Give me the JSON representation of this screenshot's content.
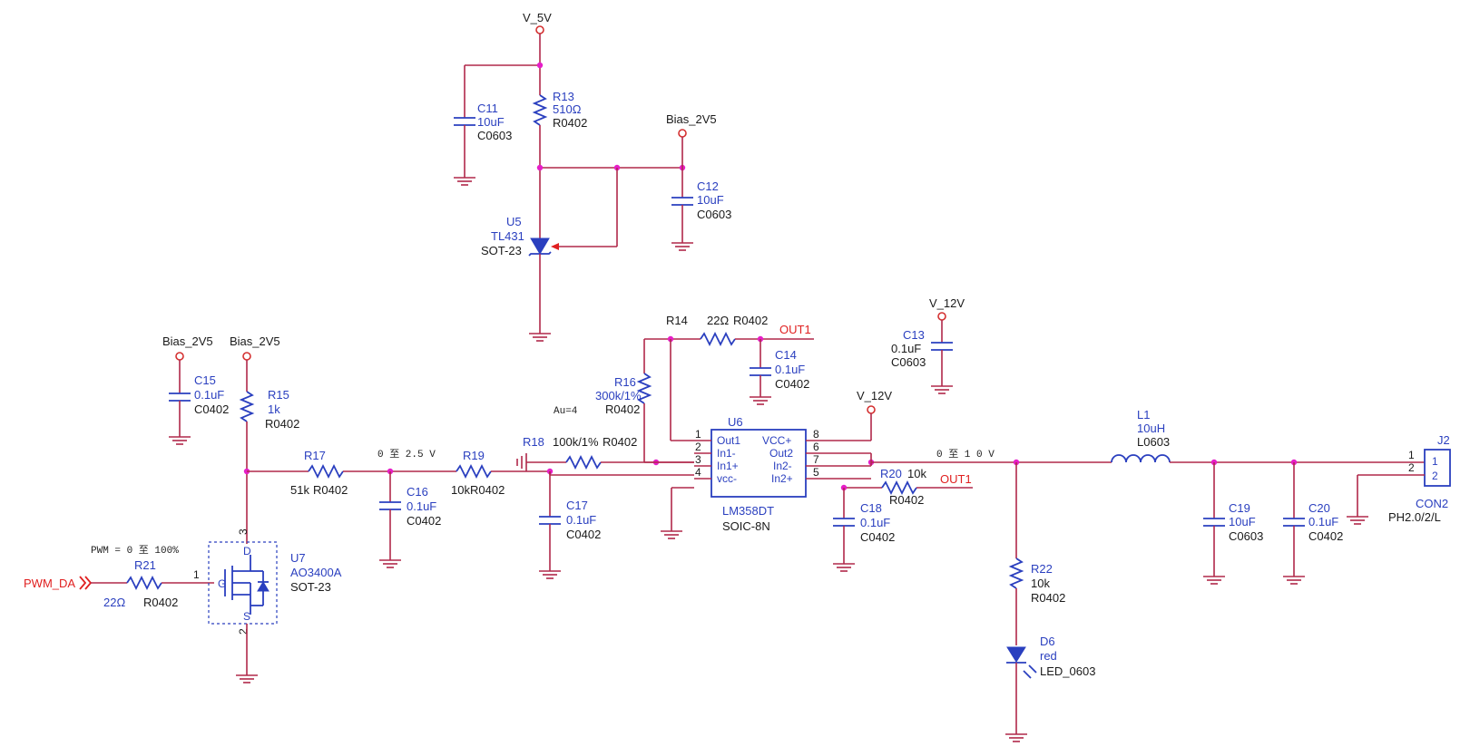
{
  "nets": {
    "v5": "V_5V",
    "bias_c15": "Bias_2V5",
    "bias_r15": "Bias_2V5",
    "bias_top": "Bias_2V5",
    "v12_c13": "V_12V",
    "v12_u6": "V_12V",
    "pwm": "PWM_DA",
    "out1_a": "OUT1",
    "out1_b": "OUT1"
  },
  "notes": {
    "pwm_range": "PWM = 0 至 100%",
    "gain": "Au=4",
    "v_range_1": "0 至 2.5 V",
    "v_range_2": "0 至 1 0 V"
  },
  "components": {
    "c11": {
      "ref": "C11",
      "value": "10uF",
      "pkg": "C0603"
    },
    "r13": {
      "ref": "R13",
      "value": "510Ω",
      "pkg": "R0402"
    },
    "c12": {
      "ref": "C12",
      "value": "10uF",
      "pkg": "C0603"
    },
    "u5": {
      "ref": "U5",
      "value": "TL431",
      "pkg": "SOT-23"
    },
    "r14": {
      "ref": "R14",
      "value": "22Ω",
      "pkg": "R0402"
    },
    "c14": {
      "ref": "C14",
      "value": "0.1uF",
      "pkg": "C0402"
    },
    "c13": {
      "ref": "C13",
      "value": "0.1uF",
      "pkg": "C0603"
    },
    "r16": {
      "ref": "R16",
      "value": "300k/1%",
      "pkg": "R0402"
    },
    "c15": {
      "ref": "C15",
      "value": "0.1uF",
      "pkg": "C0402"
    },
    "r15": {
      "ref": "R15",
      "value": "1k",
      "pkg": "R0402"
    },
    "r17": {
      "ref": "R17",
      "value": "51k",
      "pkg": "R0402"
    },
    "c16": {
      "ref": "C16",
      "value": "0.1uF",
      "pkg": "C0402"
    },
    "r19": {
      "ref": "R19",
      "value": "10k",
      "pkg": "R0402"
    },
    "r18": {
      "ref": "R18",
      "value": "100k/1%",
      "pkg": "R0402"
    },
    "c17": {
      "ref": "C17",
      "value": "0.1uF",
      "pkg": "C0402"
    },
    "u6": {
      "ref": "U6",
      "value": "LM358DT",
      "pkg": "SOIC-8N"
    },
    "r20": {
      "ref": "R20",
      "value": "10k",
      "pkg": "R0402"
    },
    "c18": {
      "ref": "C18",
      "value": "0.1uF",
      "pkg": "C0402"
    },
    "l1": {
      "ref": "L1",
      "value": "10uH",
      "pkg": "L0603"
    },
    "c19": {
      "ref": "C19",
      "value": "10uF",
      "pkg": "C0603"
    },
    "c20": {
      "ref": "C20",
      "value": "0.1uF",
      "pkg": "C0402"
    },
    "j2": {
      "ref": "J2",
      "value": "CON2",
      "pkg": "PH2.0/2/L"
    },
    "r22": {
      "ref": "R22",
      "value": "10k",
      "pkg": "R0402"
    },
    "d6": {
      "ref": "D6",
      "value": "red",
      "pkg": "LED_0603"
    },
    "r21": {
      "ref": "R21",
      "value": "22Ω",
      "pkg": "R0402"
    },
    "u7": {
      "ref": "U7",
      "value": "AO3400A",
      "pkg": "SOT-23"
    }
  },
  "u6_pins": {
    "out1": "Out1",
    "in1n": "In1-",
    "in1p": "In1+",
    "vccn": "vcc-",
    "vccp": "VCC+",
    "out2": "Out2",
    "in2n": "In2-",
    "in2p": "In2+",
    "p1": "1",
    "p2": "2",
    "p3": "3",
    "p4": "4",
    "p5": "5",
    "p6": "6",
    "p7": "7",
    "p8": "8"
  },
  "u7_pins": {
    "p1": "1",
    "p2": "2",
    "p3": "3",
    "g": "G",
    "d": "D",
    "s": "S"
  },
  "j2_pins": {
    "p1": "1",
    "p2": "2",
    "n1": "1",
    "n2": "2"
  }
}
